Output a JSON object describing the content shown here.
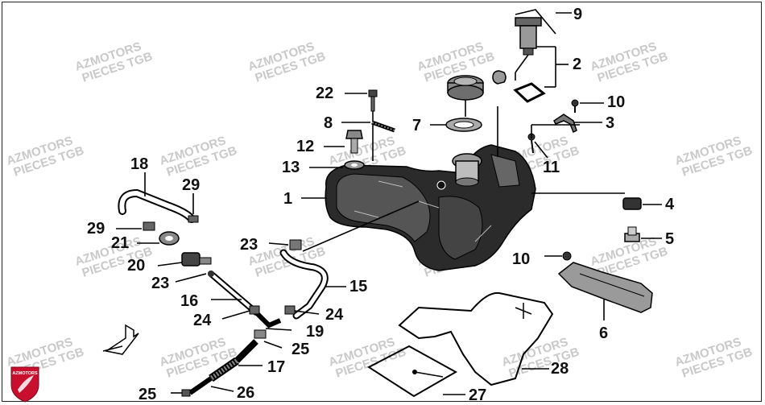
{
  "watermark": {
    "line1": "AZMOTORS",
    "line2": "PIECES TGB"
  },
  "logo": {
    "text": "AZMOTORS",
    "color": "#c8102e"
  },
  "callouts": [
    {
      "id": "c1",
      "label": "1"
    },
    {
      "id": "c2",
      "label": "2"
    },
    {
      "id": "c3",
      "label": "3"
    },
    {
      "id": "c4",
      "label": "4"
    },
    {
      "id": "c5",
      "label": "5"
    },
    {
      "id": "c6",
      "label": "6"
    },
    {
      "id": "c7",
      "label": "7"
    },
    {
      "id": "c8",
      "label": "8"
    },
    {
      "id": "c9",
      "label": "9"
    },
    {
      "id": "c10a",
      "label": "10"
    },
    {
      "id": "c10b",
      "label": "10"
    },
    {
      "id": "c11",
      "label": "11"
    },
    {
      "id": "c12",
      "label": "12"
    },
    {
      "id": "c13",
      "label": "13"
    },
    {
      "id": "c15",
      "label": "15"
    },
    {
      "id": "c16",
      "label": "16"
    },
    {
      "id": "c17",
      "label": "17"
    },
    {
      "id": "c18",
      "label": "18"
    },
    {
      "id": "c19",
      "label": "19"
    },
    {
      "id": "c20",
      "label": "20"
    },
    {
      "id": "c21",
      "label": "21"
    },
    {
      "id": "c22",
      "label": "22"
    },
    {
      "id": "c23a",
      "label": "23"
    },
    {
      "id": "c23b",
      "label": "23"
    },
    {
      "id": "c24a",
      "label": "24"
    },
    {
      "id": "c24b",
      "label": "24"
    },
    {
      "id": "c25a",
      "label": "25"
    },
    {
      "id": "c25b",
      "label": "25"
    },
    {
      "id": "c26",
      "label": "26"
    },
    {
      "id": "c27",
      "label": "27"
    },
    {
      "id": "c28",
      "label": "28"
    },
    {
      "id": "c29a",
      "label": "29"
    },
    {
      "id": "c29b",
      "label": "29"
    }
  ]
}
